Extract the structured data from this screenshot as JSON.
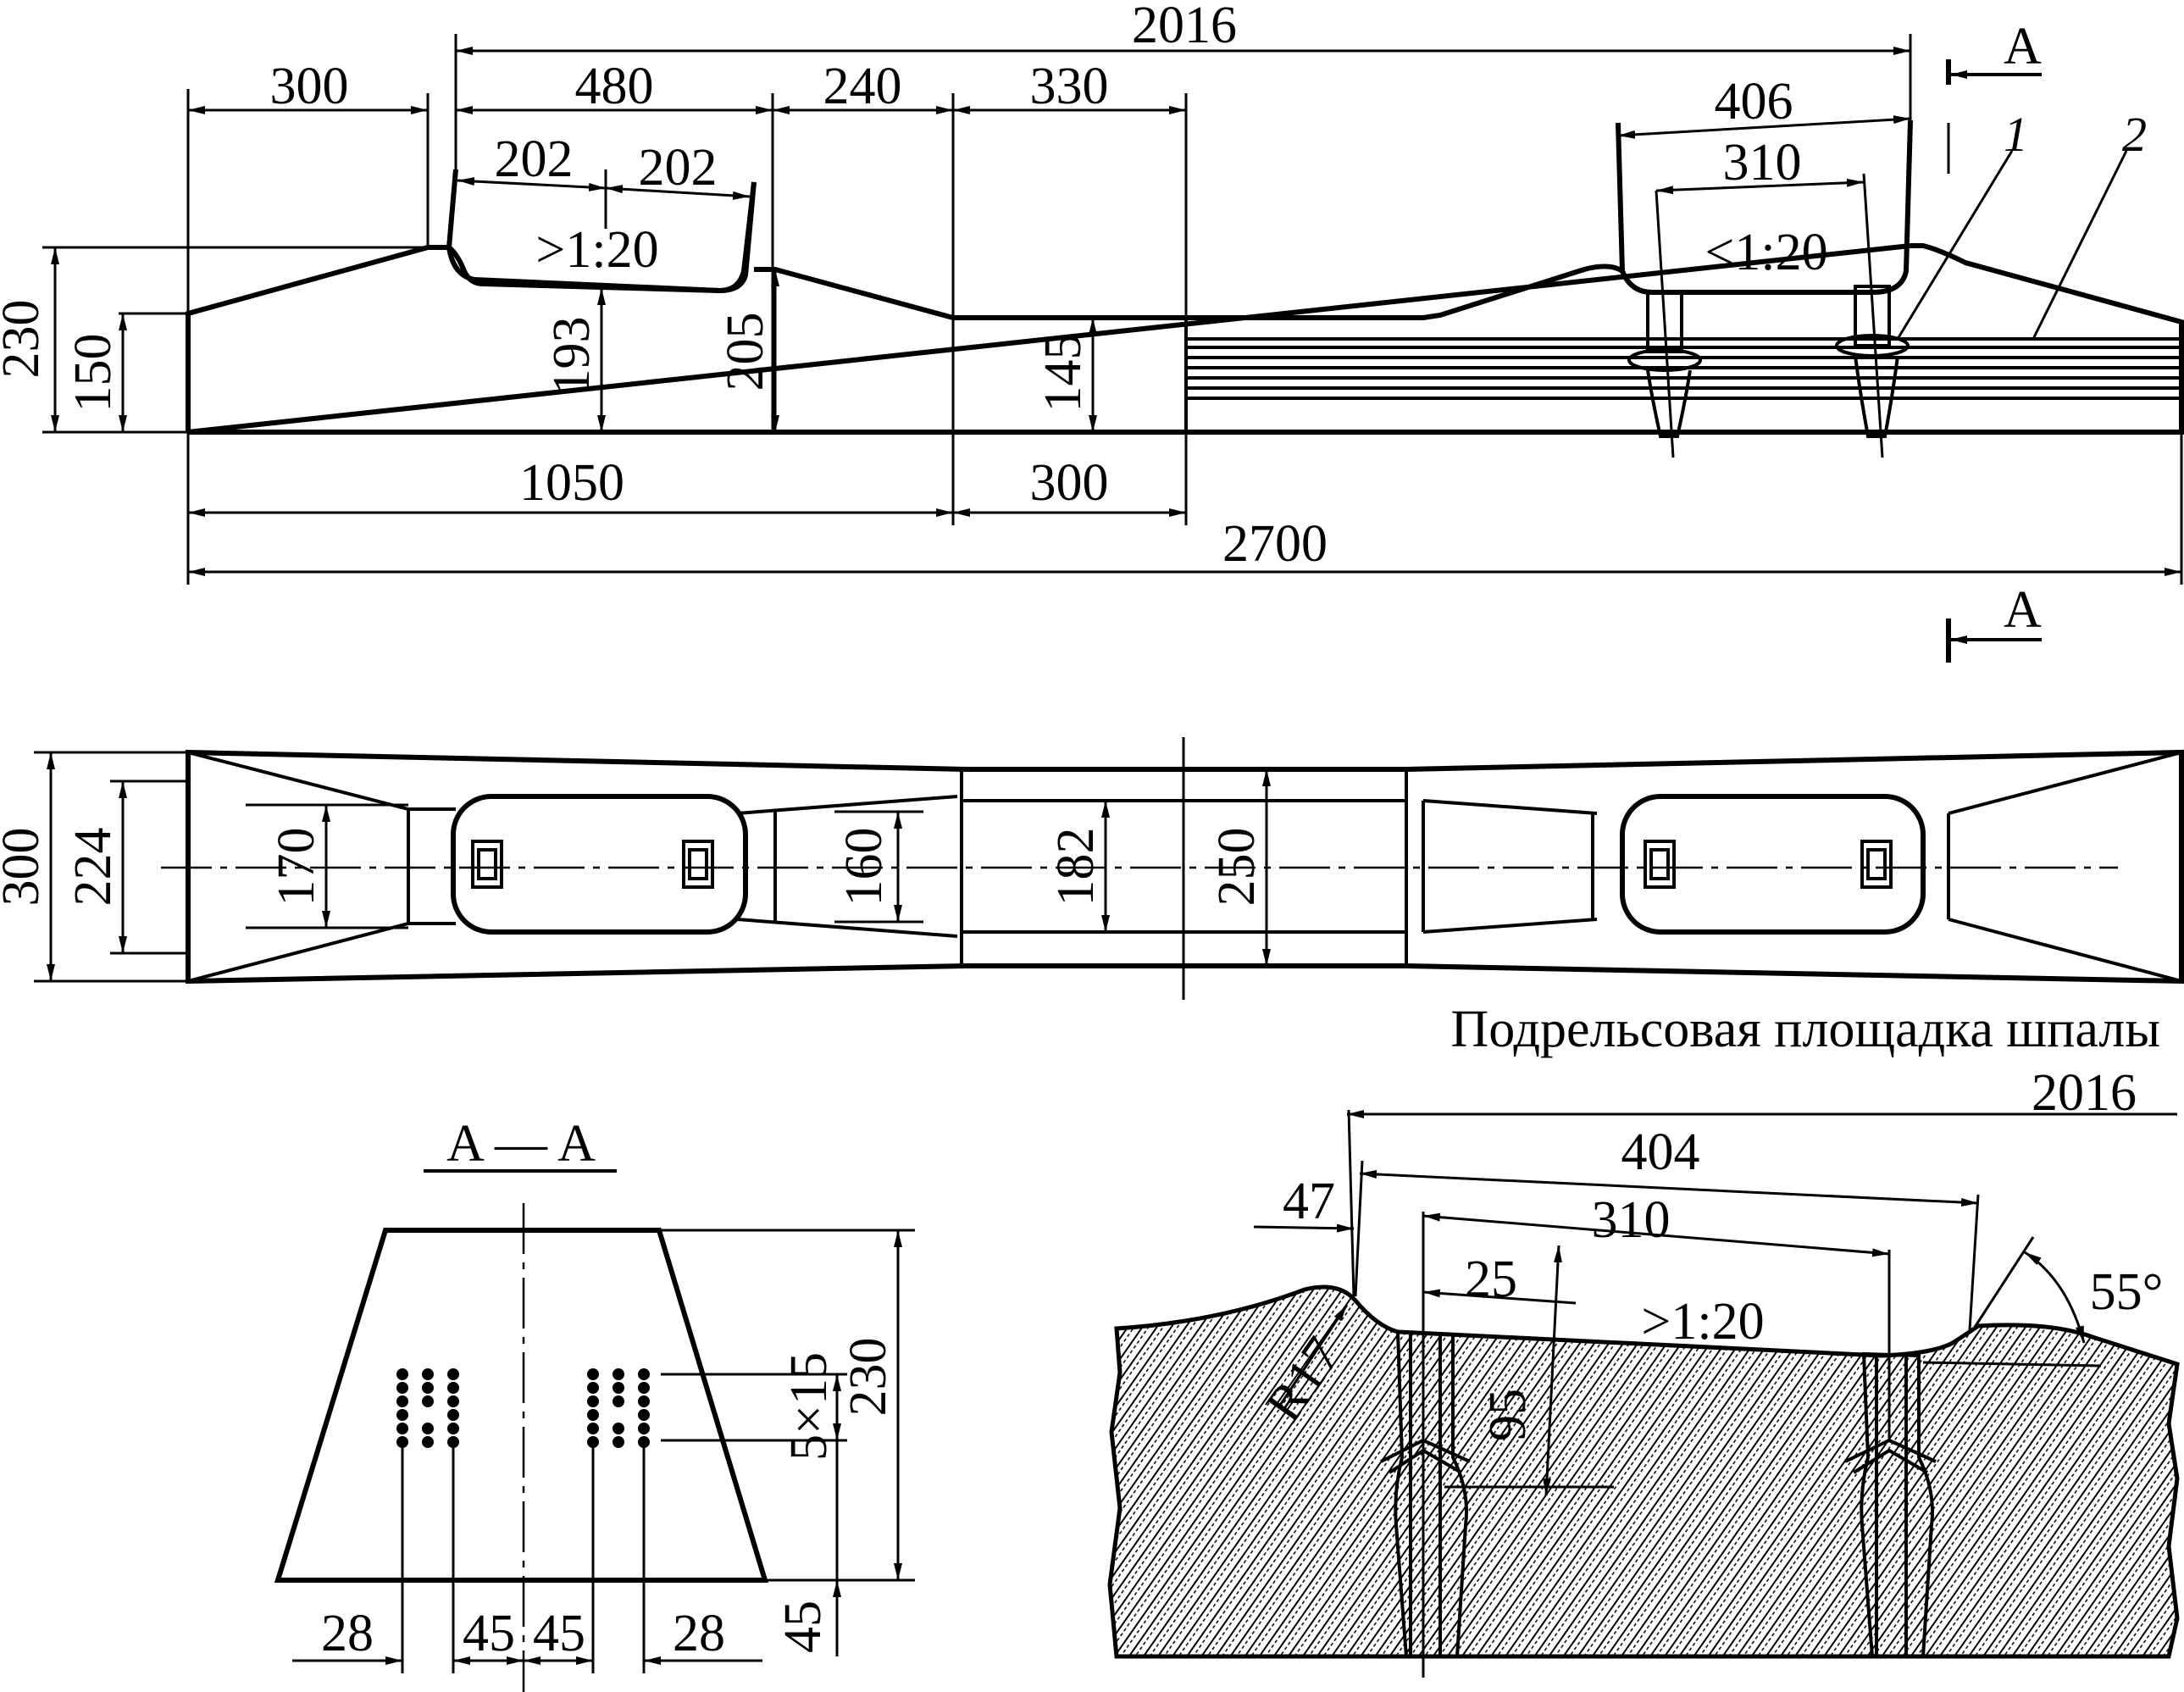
{
  "side_view": {
    "top_2016": "2016",
    "d300": "300",
    "d480": "480",
    "d240": "240",
    "d330": "330",
    "d406": "406",
    "d310": "310",
    "d202a": "202",
    "d202b": "202",
    "slope_left": ">1:20",
    "slope_right": "<1:20",
    "h230": "230",
    "h150": "150",
    "h193": "193",
    "h205": "205",
    "h145": "145",
    "b1050": "1050",
    "b300": "300",
    "b2700": "2700",
    "section_mark_top": "A",
    "section_mark_bottom": "A",
    "callout_1": "1",
    "callout_2": "2"
  },
  "plan_view": {
    "w300": "300",
    "w224": "224",
    "w170": "170",
    "w160": "160",
    "w182": "182",
    "w250": "250"
  },
  "section_aa": {
    "title": "A — A",
    "h230": "230",
    "h45": "45",
    "pitch": "5×15",
    "b28a": "28",
    "b45a": "45",
    "b45b": "45",
    "b28b": "28"
  },
  "rail_seat": {
    "caption": "Подрельсовая площадка шпалы",
    "d2016": "2016",
    "d404": "404",
    "d310": "310",
    "d47": "47",
    "d25": "25",
    "d95": "95",
    "slope": ">1:20",
    "radius": "R17",
    "angle": "55°"
  }
}
